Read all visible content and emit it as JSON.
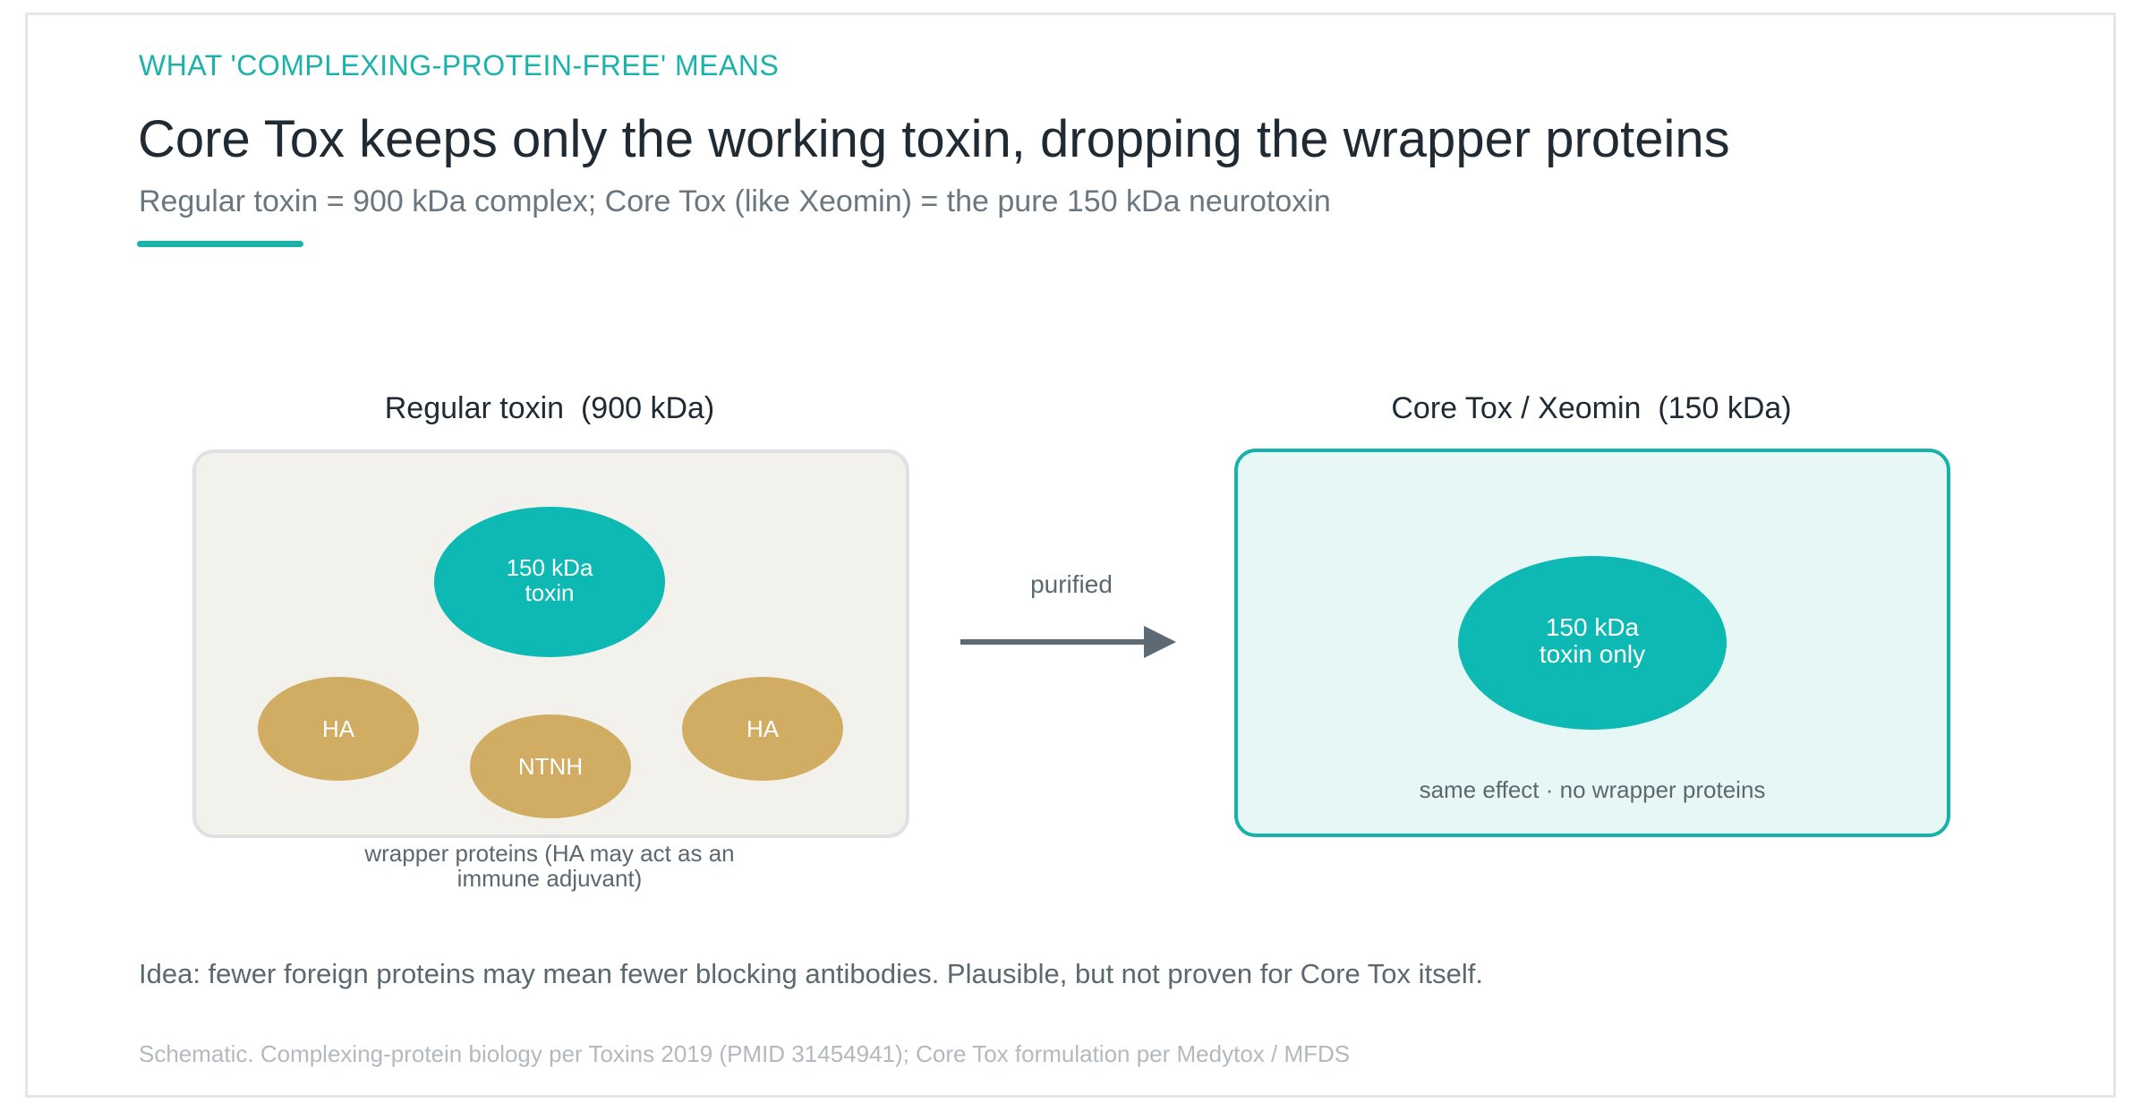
{
  "header": {
    "eyebrow": "WHAT 'COMPLEXING-PROTEIN-FREE' MEANS",
    "title": "Core Tox keeps only the working toxin, dropping the wrapper proteins",
    "subtitle": "Regular toxin = 900 kDa complex; Core Tox (like Xeomin) = the pure 150 kDa neurotoxin"
  },
  "left_panel": {
    "title": "Regular toxin  (900 kDa)",
    "core": {
      "line1": "150 kDa",
      "line2": "toxin"
    },
    "proteins": {
      "ha_left": "HA",
      "ntnh": "NTNH",
      "ha_right": "HA"
    },
    "caption_line1": "wrapper proteins (HA may act as an",
    "caption_line2": "immune adjuvant)"
  },
  "arrow": {
    "label": "purified"
  },
  "right_panel": {
    "title": "Core Tox / Xeomin  (150 kDa)",
    "core": {
      "line1": "150 kDa",
      "line2": "toxin only"
    },
    "caption": "same effect · no wrapper proteins"
  },
  "footer": {
    "note": "Idea: fewer foreign proteins may mean fewer blocking antibodies. Plausible, but not proven for Core Tox itself.",
    "source": "Schematic. Complexing-protein biology per Toxins 2019 (PMID 31454941); Core Tox formulation per Medytox / MFDS"
  },
  "colors": {
    "accent": "#1bb3a9",
    "toxin": "#0db9b2",
    "wrapper_protein": "#d1ad63",
    "left_panel_fill": "#f3f1ec",
    "right_panel_fill": "#e7f7f5",
    "arrow": "#5e6a73"
  }
}
